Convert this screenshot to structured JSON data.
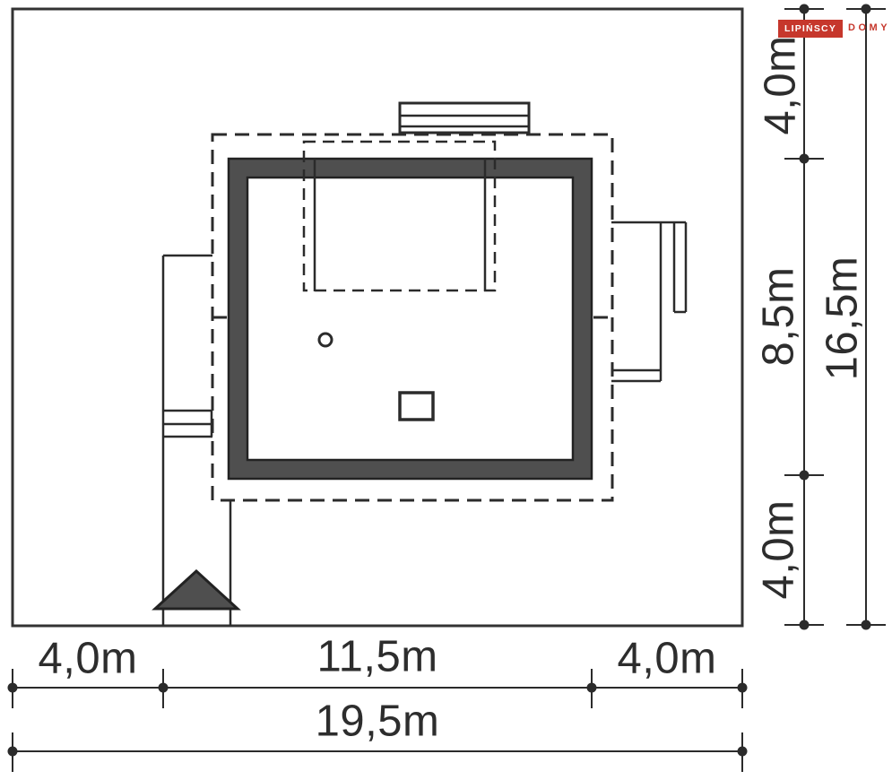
{
  "logo": {
    "brand": "LIPIŃSCY",
    "word": "DOMY"
  },
  "dimensions": {
    "bottom_segments": [
      "4,0m",
      "11,5m",
      "4,0m"
    ],
    "bottom_total": "19,5m",
    "right_segments": [
      "4,0m",
      "8,5m",
      "4,0m"
    ],
    "right_total": "16,5m"
  },
  "colors": {
    "wall_fill": "#4f4f4f",
    "line": "#2b2b2b",
    "brand_red": "#c6372c",
    "background": "#ffffff"
  }
}
